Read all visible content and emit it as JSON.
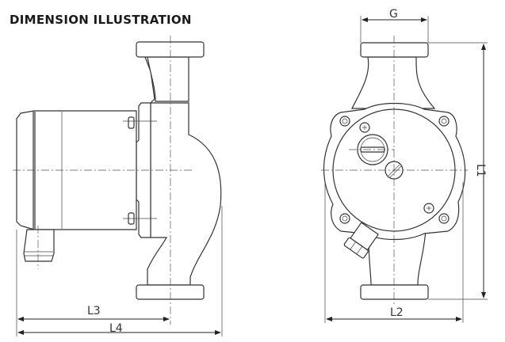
{
  "title": "DIMENSION ILLUSTRATION",
  "dimensions": {
    "l1": "L1",
    "l2": "L2",
    "l3": "L3",
    "l4": "L4",
    "g": "G"
  }
}
